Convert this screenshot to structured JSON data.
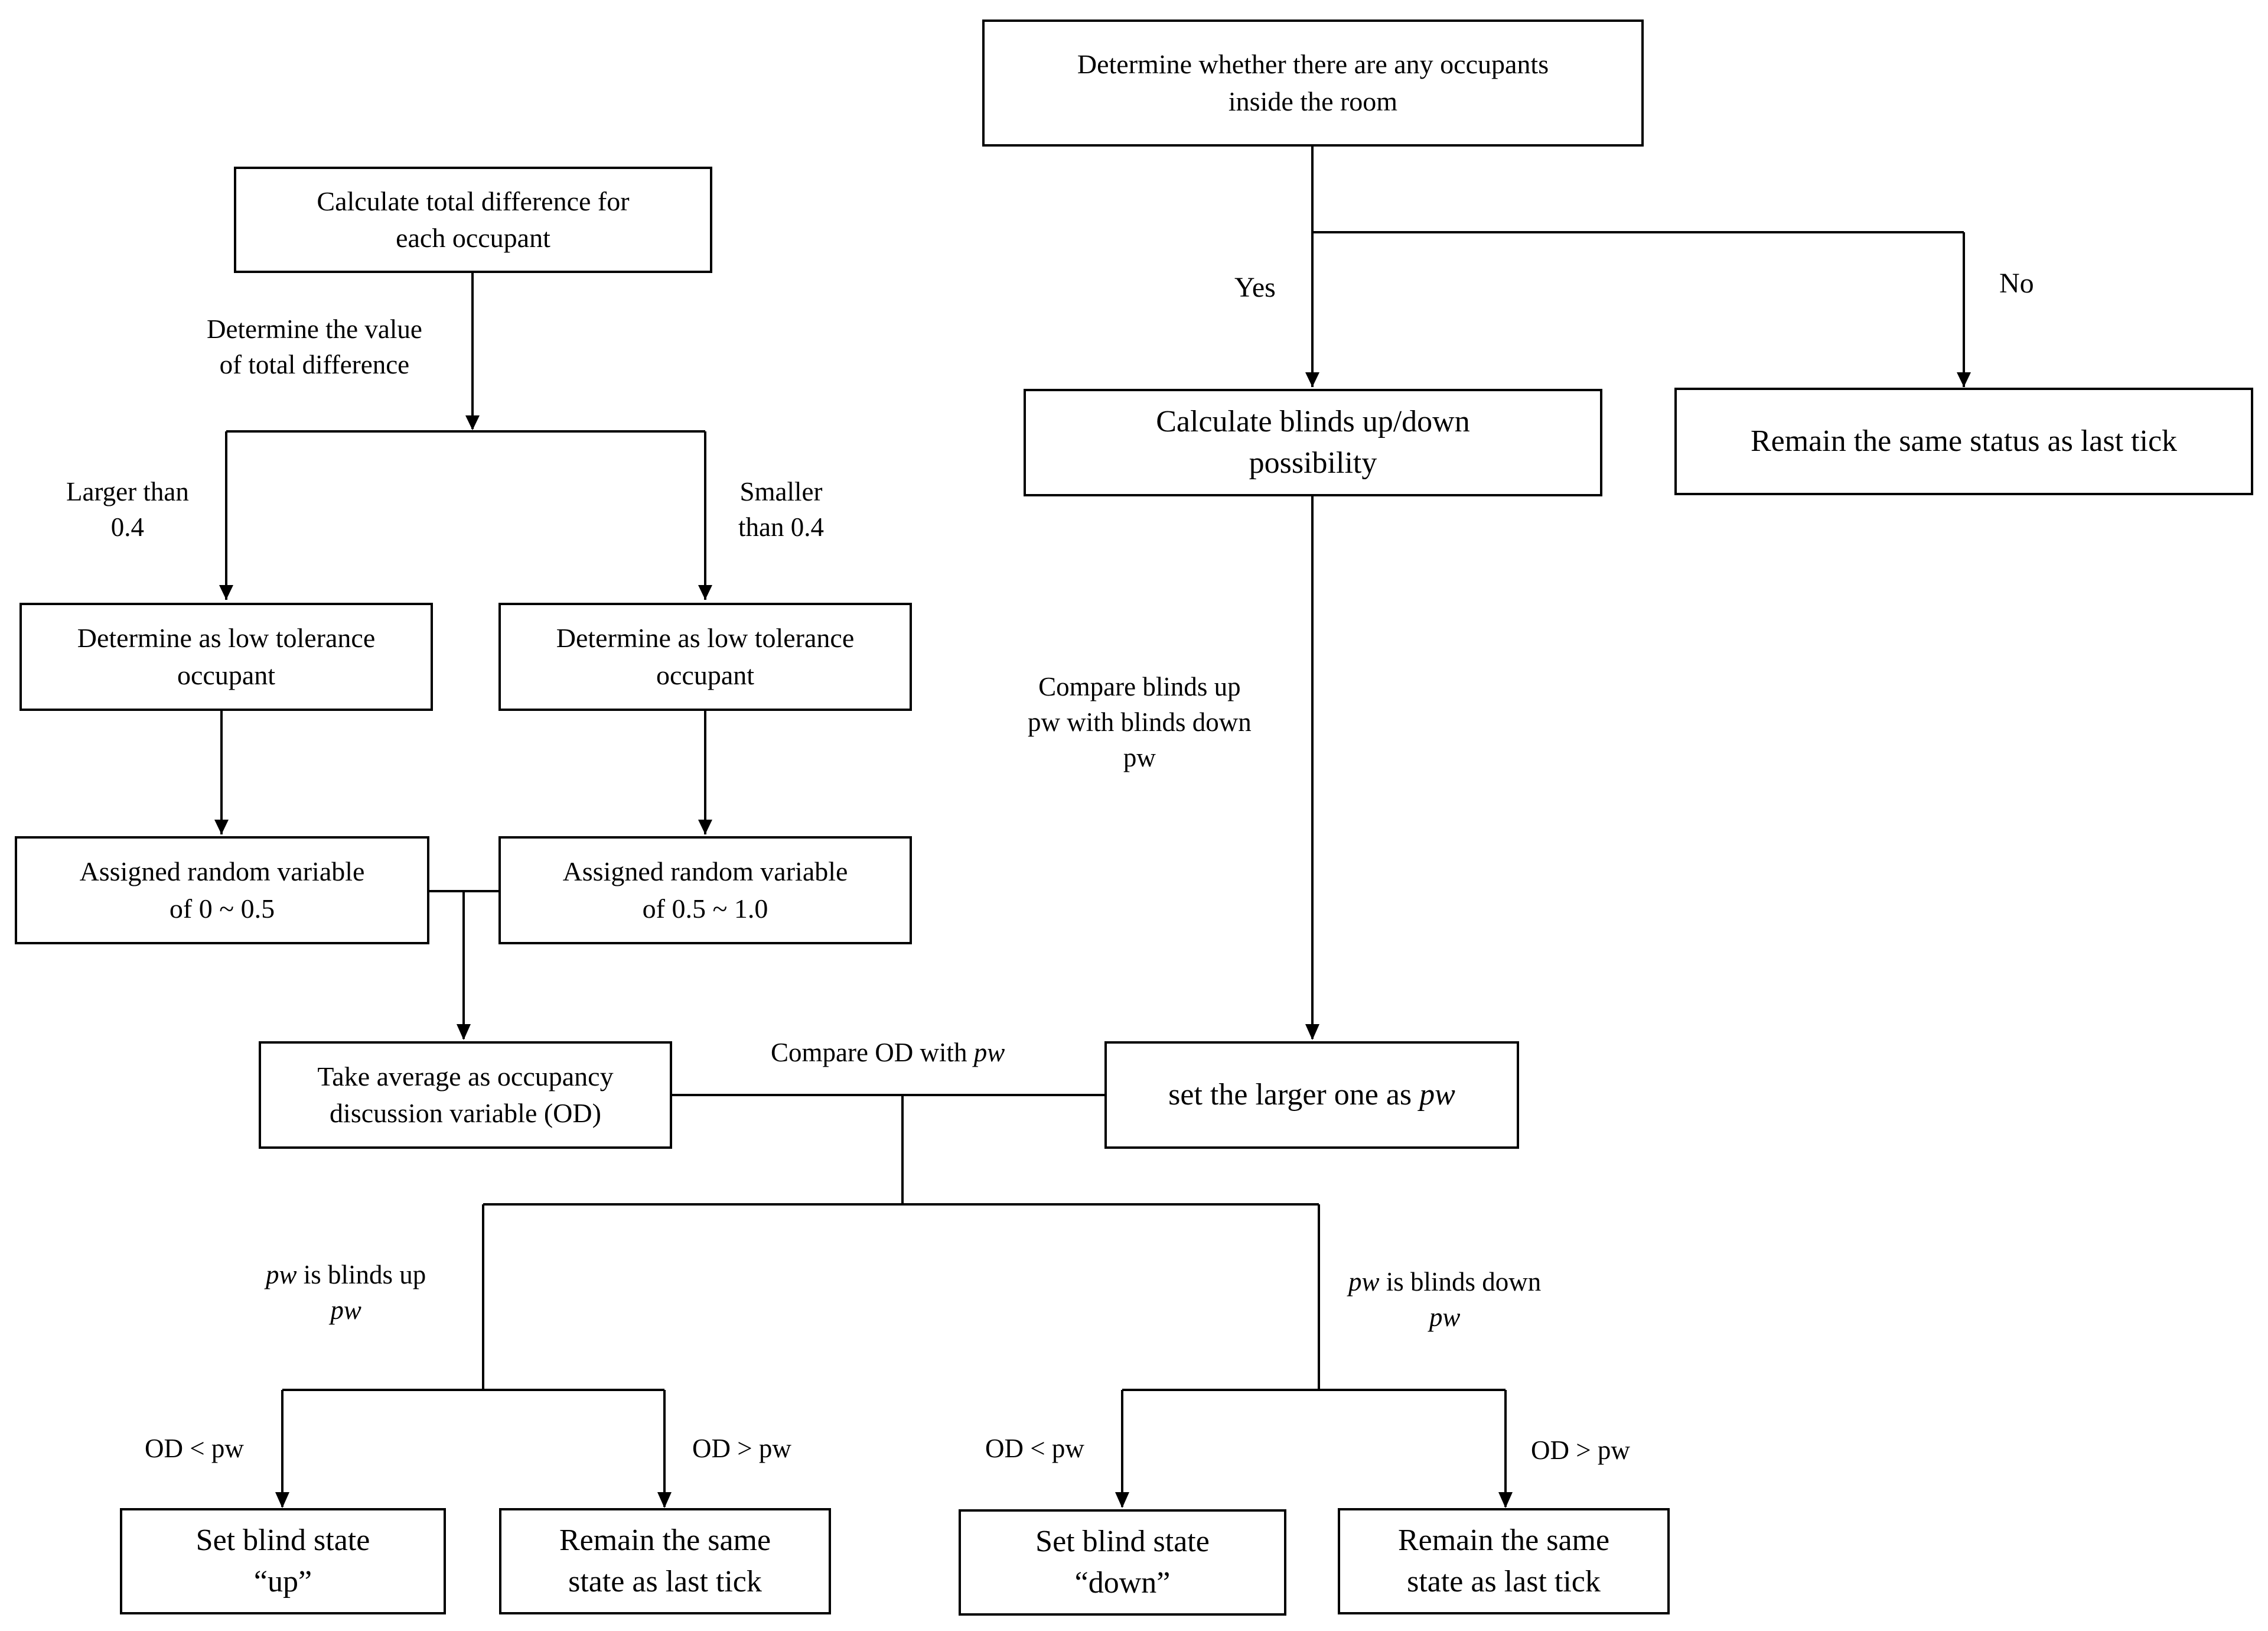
{
  "nodes": {
    "occupants_check": [
      "Determine whether there are any occupants",
      "inside the room"
    ],
    "calc_total_diff": [
      "Calculate total difference for",
      "each occupant"
    ],
    "calc_blinds": [
      "Calculate blinds up/down",
      "possibility"
    ],
    "remain_last_tick": [
      "Remain the same status as last tick"
    ],
    "low_tol_left": [
      "Determine as low tolerance",
      "occupant"
    ],
    "low_tol_right": [
      "Determine as low tolerance",
      "occupant"
    ],
    "rand_low": [
      "Assigned random variable",
      "of 0 ~ 0.5"
    ],
    "rand_high": [
      "Assigned random variable",
      "of 0.5 ~ 1.0"
    ],
    "take_average": [
      "Take average as occupancy",
      "discussion variable (OD)"
    ],
    "set_larger": {
      "text": "set the larger one as ",
      "italic": "pw"
    },
    "set_up": [
      "Set blind state",
      "“up”"
    ],
    "remain_up": [
      "Remain the same",
      "state as last tick"
    ],
    "set_down": [
      "Set blind state",
      "“down”"
    ],
    "remain_down": [
      "Remain the same",
      "state as last tick"
    ]
  },
  "edge_labels": {
    "yes": "Yes",
    "no": "No",
    "determine_value": [
      "Determine the value",
      "of total difference"
    ],
    "larger": [
      "Larger than",
      "0.4"
    ],
    "smaller": [
      "Smaller",
      "than 0.4"
    ],
    "compare_blinds": [
      "Compare blinds up",
      "pw with blinds down",
      "pw"
    ],
    "compare_od": {
      "text": "Compare OD with ",
      "italic": "pw"
    },
    "pw_up": {
      "italic1": "pw",
      "text": " is blinds up",
      "italic2": "pw"
    },
    "pw_down": {
      "italic1": "pw",
      "text": " is blinds down",
      "italic2": "pw"
    },
    "od_lt_pw_1": "OD < pw",
    "od_gt_pw_1": "OD > pw",
    "od_lt_pw_2": "OD < pw",
    "od_gt_pw_2": "OD > pw"
  }
}
